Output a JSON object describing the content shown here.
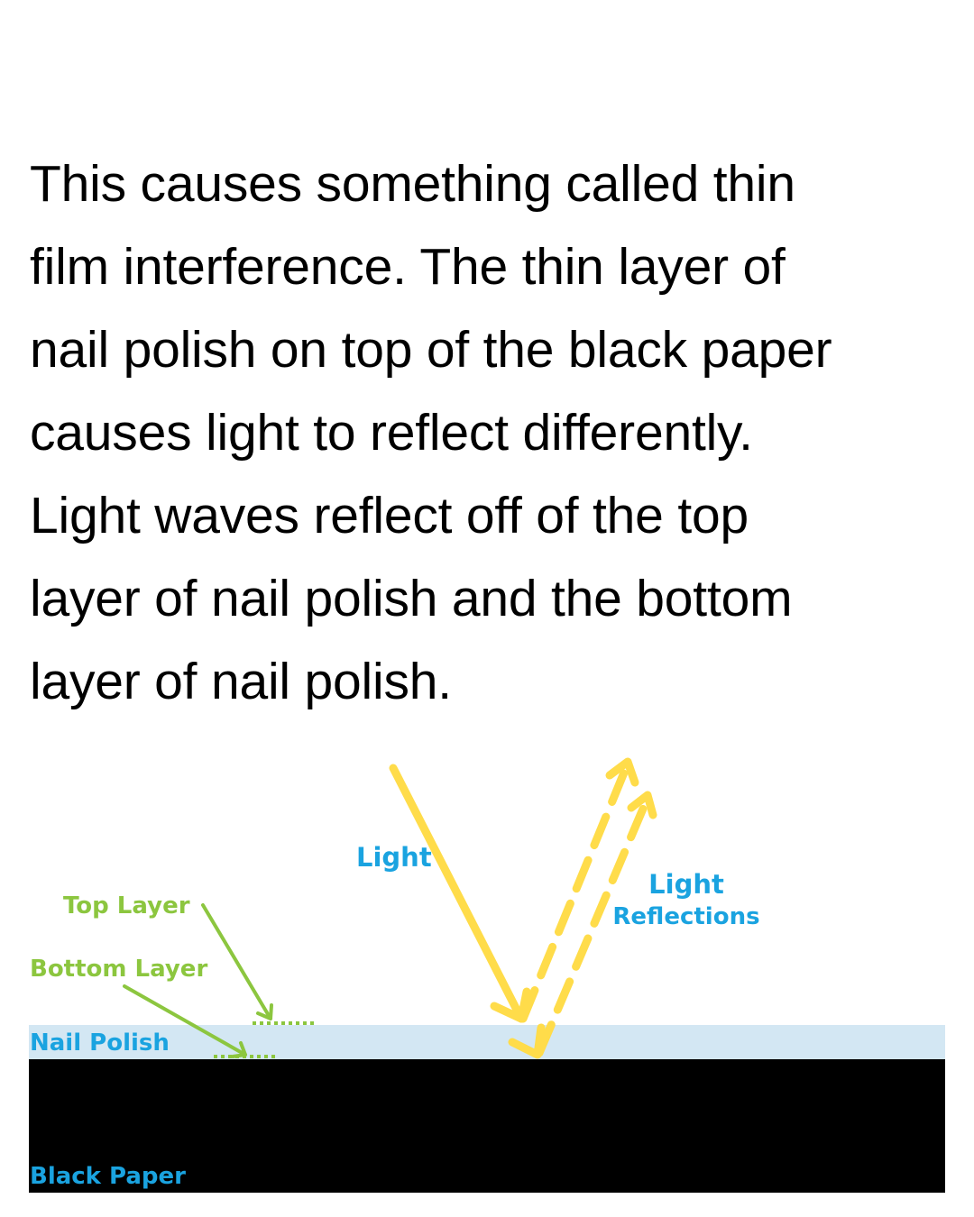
{
  "paragraph": {
    "lines": [
      "This causes something called thin",
      "film interference. The thin layer of",
      "nail polish on top of the black paper",
      "causes light to reflect differently.",
      "Light waves reflect off of the top",
      "layer of nail polish and the bottom",
      "layer of nail polish."
    ]
  },
  "diagram": {
    "labels": {
      "light": "Light",
      "light_reflections_line1": "Light",
      "light_reflections_line2": "Reflections",
      "top_layer": "Top Layer",
      "bottom_layer": "Bottom Layer",
      "nail_polish": "Nail Polish",
      "black_paper": "Black Paper"
    },
    "colors": {
      "label_blue": "#1aa3e0",
      "label_green": "#8cc63f",
      "light_yellow": "#ffdc4a",
      "nail_polish_layer": "#d3e7f3",
      "black_paper_layer": "#000000"
    }
  }
}
